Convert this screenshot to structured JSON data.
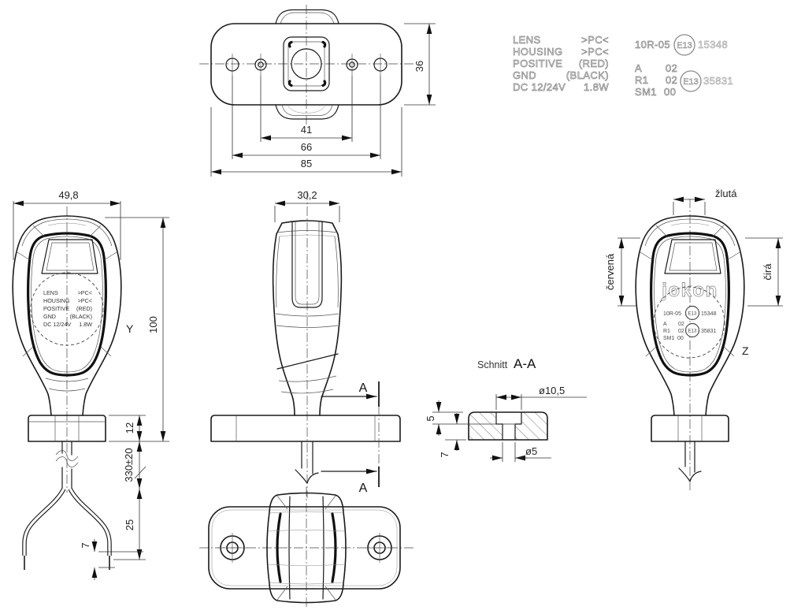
{
  "page": {
    "background": "#ffffff",
    "line_color": "#1a1a1a"
  },
  "spec_block": {
    "rows": [
      {
        "key": "LENS",
        "value": ">PC<"
      },
      {
        "key": "HOUSING",
        "value": ">PC<"
      },
      {
        "key": "POSITIVE",
        "value": "(RED)"
      },
      {
        "key": "GND",
        "value": "(BLACK)"
      },
      {
        "key": "DC 12/24V",
        "value": "1.8W"
      }
    ]
  },
  "approvals": {
    "emark": "E13",
    "row1": {
      "code": "10R-05",
      "number": "15348"
    },
    "rowA": {
      "code": "A",
      "rev": "02"
    },
    "rowR1": {
      "code": "R1",
      "rev": "02",
      "number": "35831"
    },
    "rowSM1": {
      "code": "SM1",
      "rev": "00"
    }
  },
  "views": {
    "top": {
      "dim_hole_spacing_inner": "41",
      "dim_hole_spacing_outer": "66",
      "dim_width": "85",
      "dim_depth": "36"
    },
    "front": {
      "dim_width": "49,8",
      "dim_height": "100",
      "dim_base_height": "12",
      "dim_cable_length": "330±20",
      "dim_wire_split": "25",
      "dim_wire_strip": "7",
      "view_label": "Y"
    },
    "side": {
      "dim_depth": "30,2",
      "section_label": "A"
    },
    "section": {
      "title_prefix": "Schnitt",
      "title": "A-A",
      "dim_counterbore_dia": "ø10,5",
      "dim_hole_dia": "ø5",
      "dim_counterbore_depth": "5",
      "dim_through_depth": "7"
    },
    "rear": {
      "label_yellow": "žlutá",
      "label_red": "červená",
      "label_clear": "čirá",
      "view_label": "Z",
      "logo": "jokon"
    }
  }
}
